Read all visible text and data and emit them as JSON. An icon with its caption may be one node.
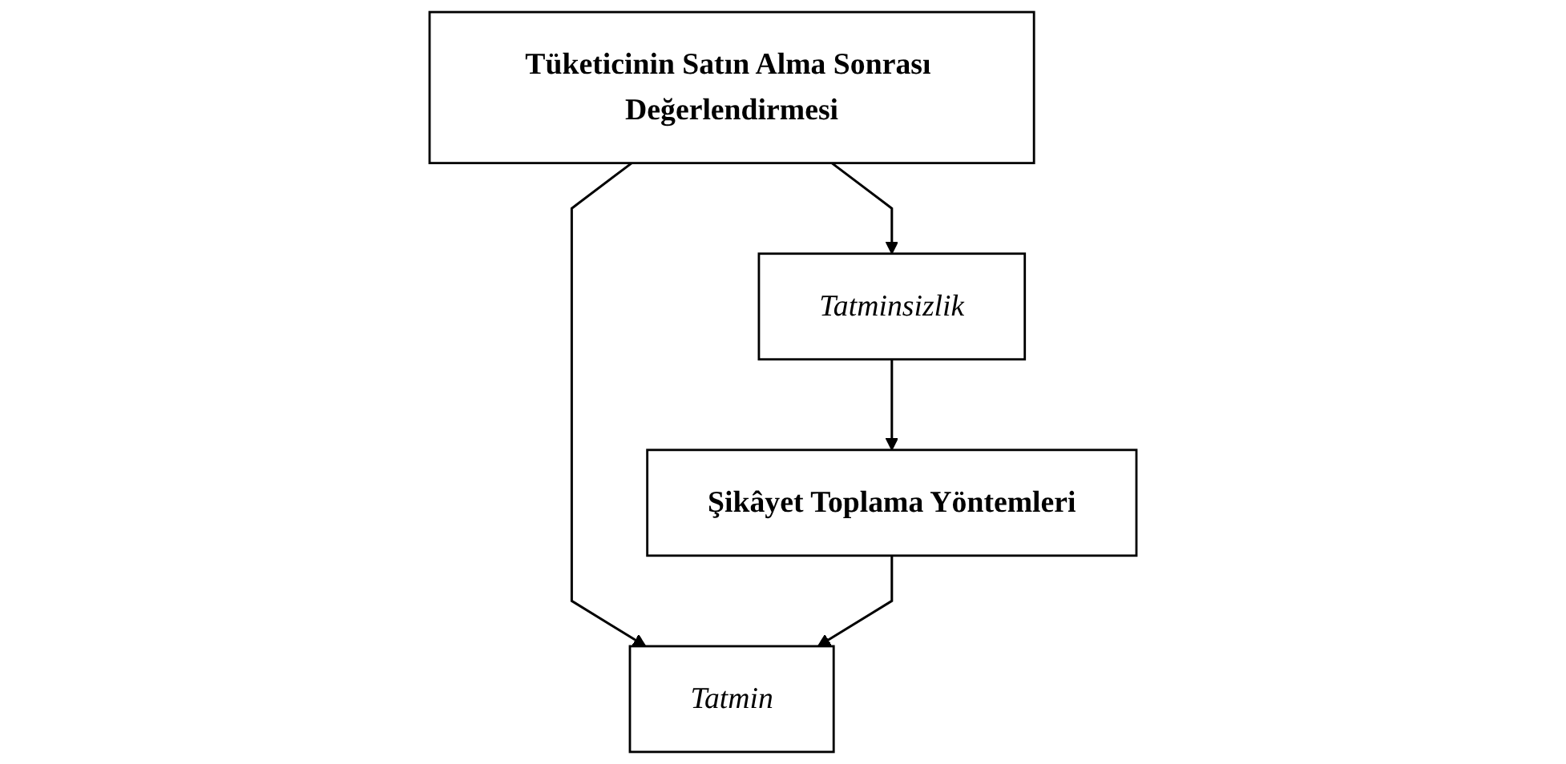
{
  "diagram": {
    "nodes": [
      {
        "text": [
          "Tüketicinin Satın Alma Sonrası Değerlendirmesi"
        ]
      },
      {
        "text": [
          "Tatmin"
        ]
      },
      {
        "text": [
          "Tatminsizlik"
        ]
      },
      {
        "text": [
          "Şikâyet Toplama Yöntemleri"
        ]
      }
    ],
    "edges": [
      {
        "from": 0,
        "to": 1,
        "arrow": "to"
      },
      {
        "from": 0,
        "to": 2,
        "arrow": "to"
      },
      {
        "from": 2,
        "to": 3,
        "arrow": "to"
      },
      {
        "from": 3,
        "to": 1,
        "arrow": "to"
      }
    ]
  }
}
